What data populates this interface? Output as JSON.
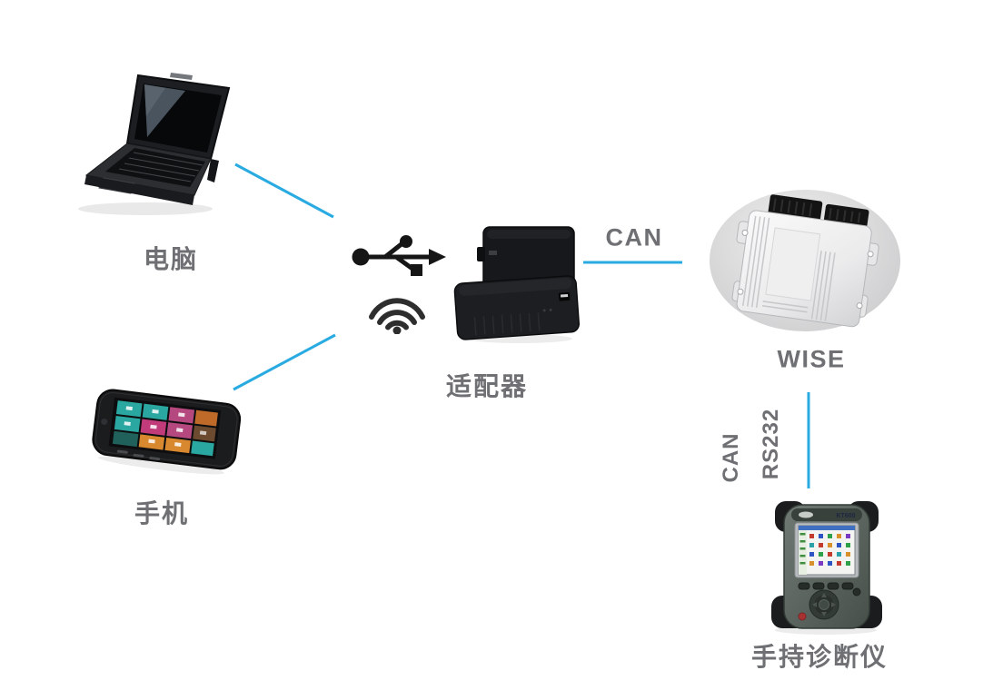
{
  "diagram": {
    "nodes": {
      "computer": {
        "label": "电脑"
      },
      "phone": {
        "label": "手机"
      },
      "adapter": {
        "label": "适配器"
      },
      "wise": {
        "label": "WISE"
      },
      "handheld": {
        "label": "手持诊断仪",
        "model_text": "KT600"
      }
    },
    "connections": {
      "computer_adapter": {
        "from": "电脑",
        "to": "适配器",
        "label": ""
      },
      "phone_adapter": {
        "from": "手机",
        "to": "适配器",
        "label": ""
      },
      "adapter_wise": {
        "from": "适配器",
        "to": "WISE",
        "label": "CAN"
      },
      "wise_handheld": {
        "from": "WISE",
        "to": "手持诊断仪",
        "labels": [
          "CAN",
          "RS232"
        ]
      }
    },
    "icons": {
      "usb": "usb-icon",
      "wifi": "wifi-icon"
    },
    "colors": {
      "connector_blue": "#29ABE2",
      "label_gray": "#6F7073",
      "icon_black": "#1C1C1C",
      "background": "#FFFFFF"
    }
  }
}
